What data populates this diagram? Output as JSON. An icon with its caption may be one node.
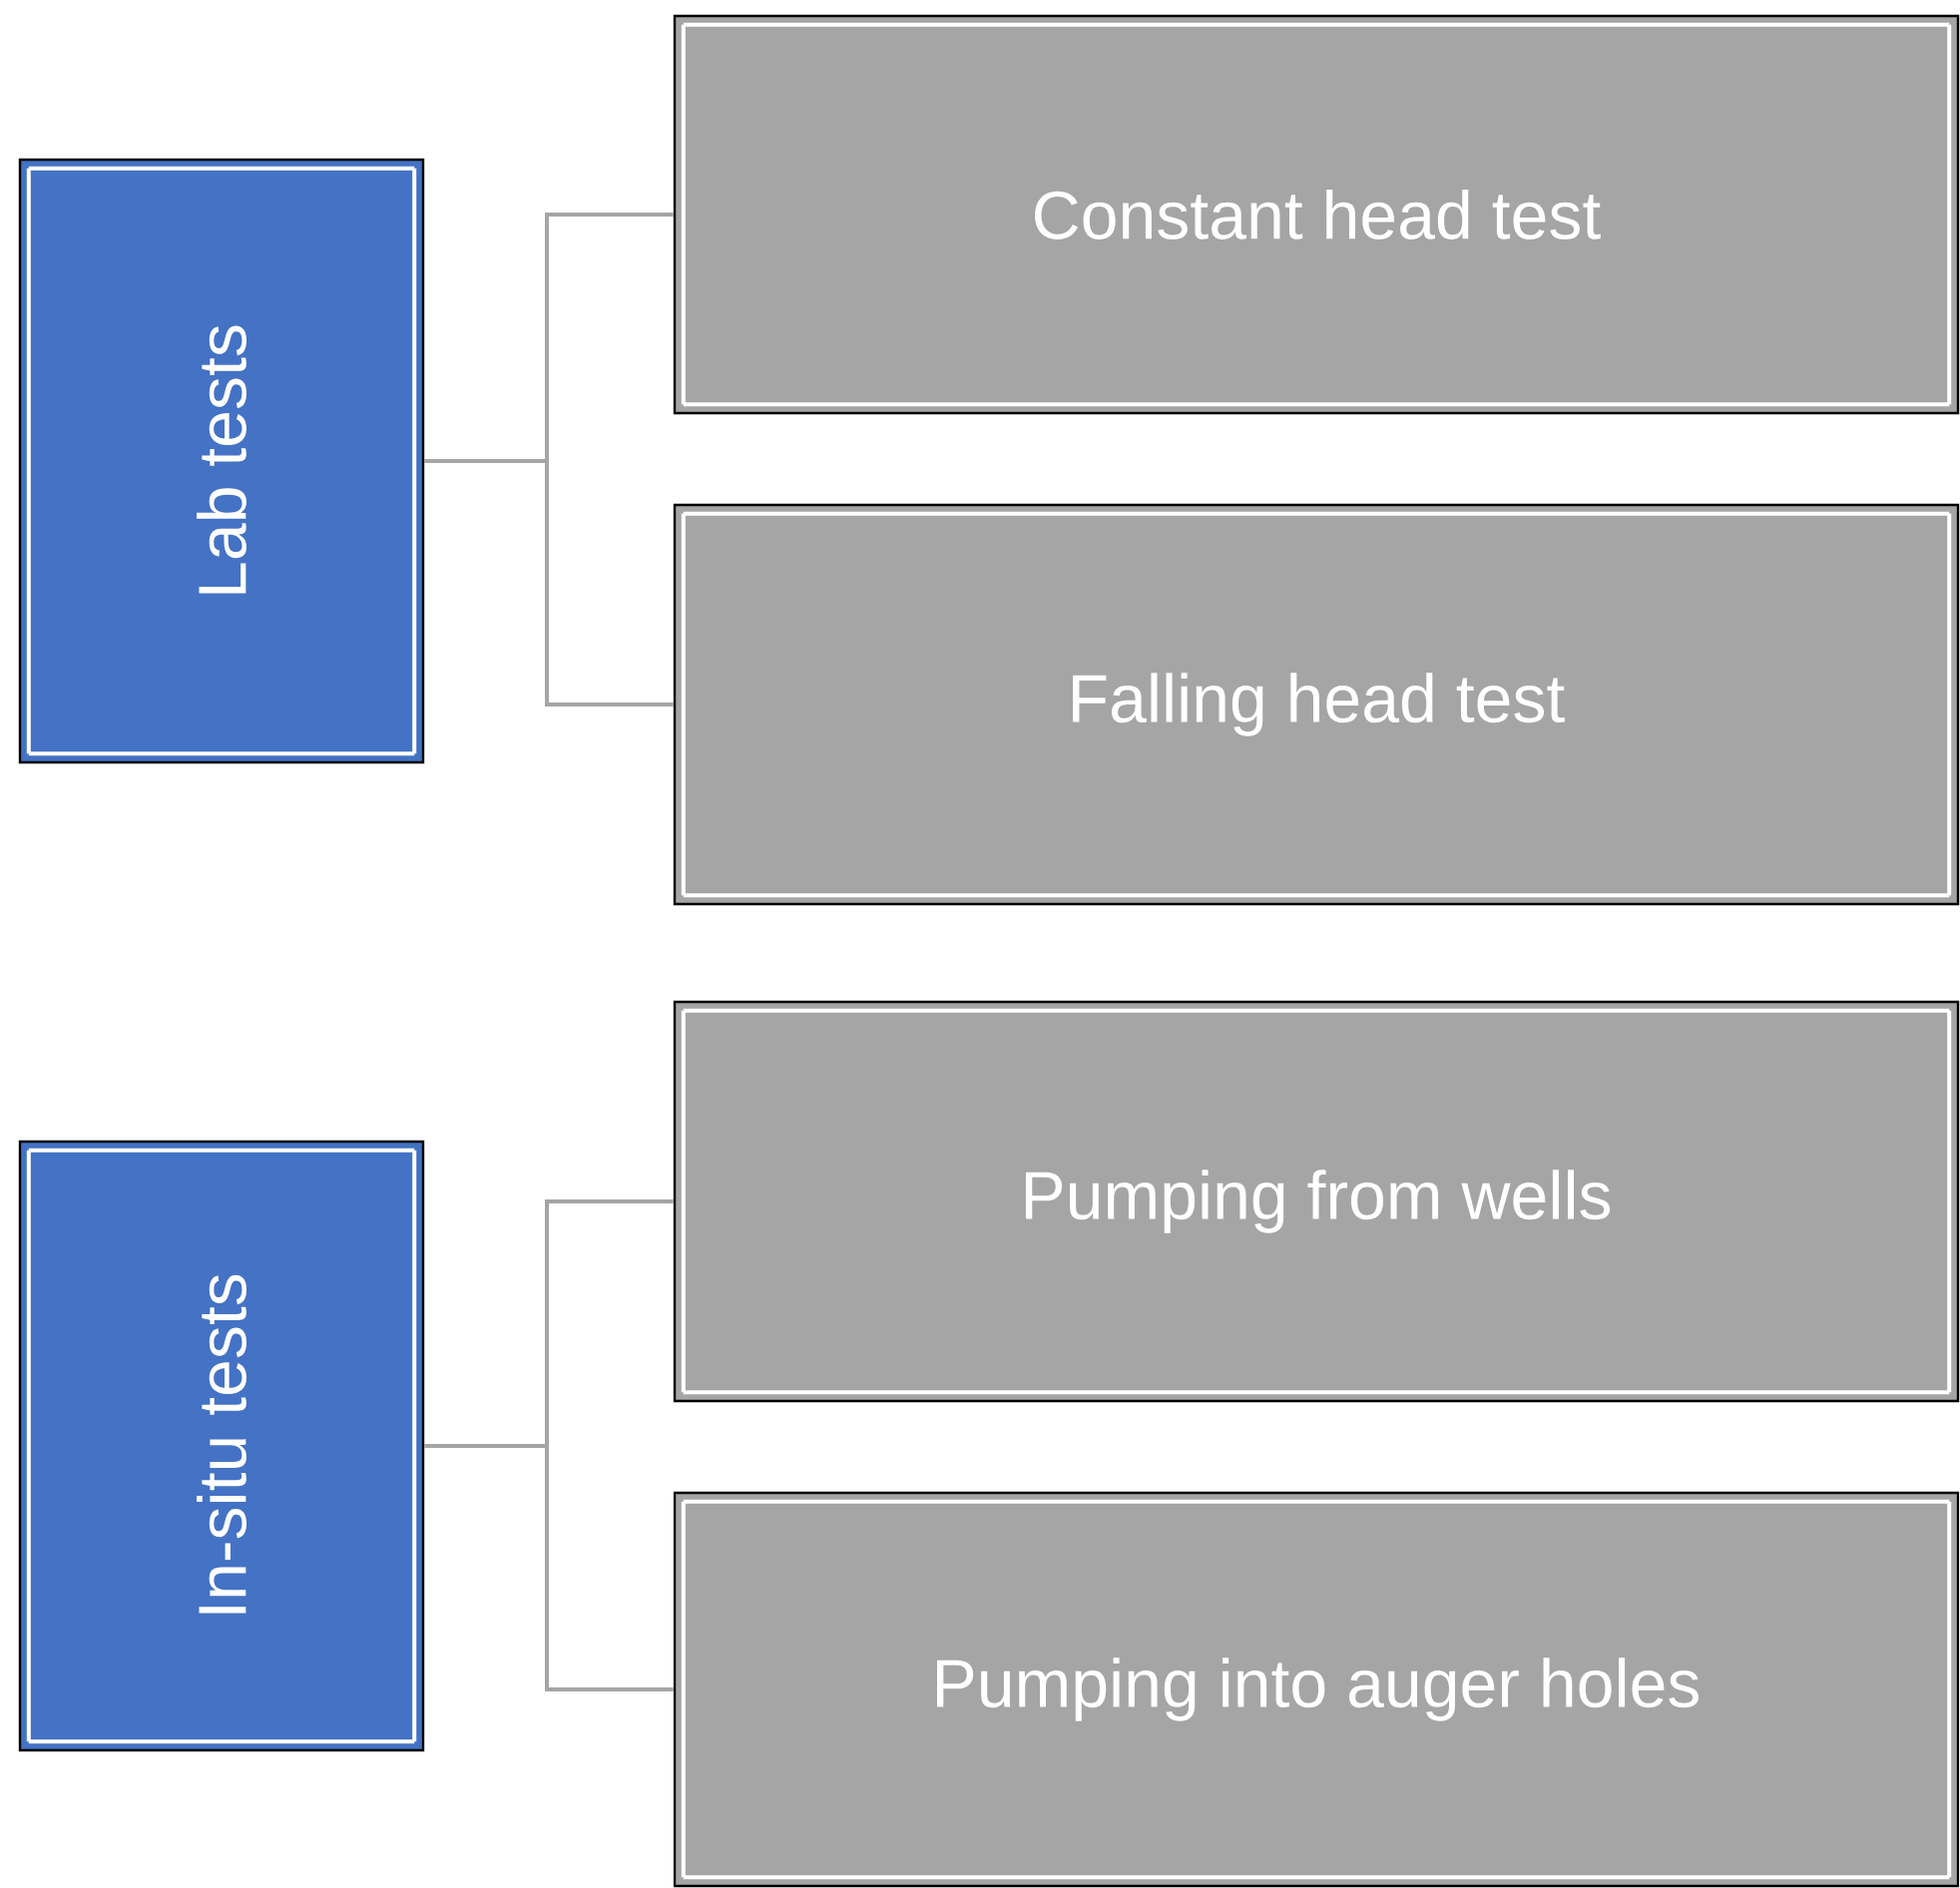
{
  "diagram": {
    "nodes": [
      {
        "text": [
          "Lab tests"
        ]
      },
      {
        "text": [
          "Constant head test"
        ]
      },
      {
        "text": [
          "Falling head test"
        ]
      },
      {
        "text": [
          "In-situ tests"
        ]
      },
      {
        "text": [
          "Pumping from wells"
        ]
      },
      {
        "text": [
          "Pumping into auger holes"
        ]
      }
    ],
    "edges": [
      {
        "from": 0,
        "to": 1,
        "arrow": "none"
      },
      {
        "from": 0,
        "to": 2,
        "arrow": "none"
      },
      {
        "from": 3,
        "to": 4,
        "arrow": "none"
      },
      {
        "from": 3,
        "to": 5,
        "arrow": "none"
      }
    ]
  }
}
